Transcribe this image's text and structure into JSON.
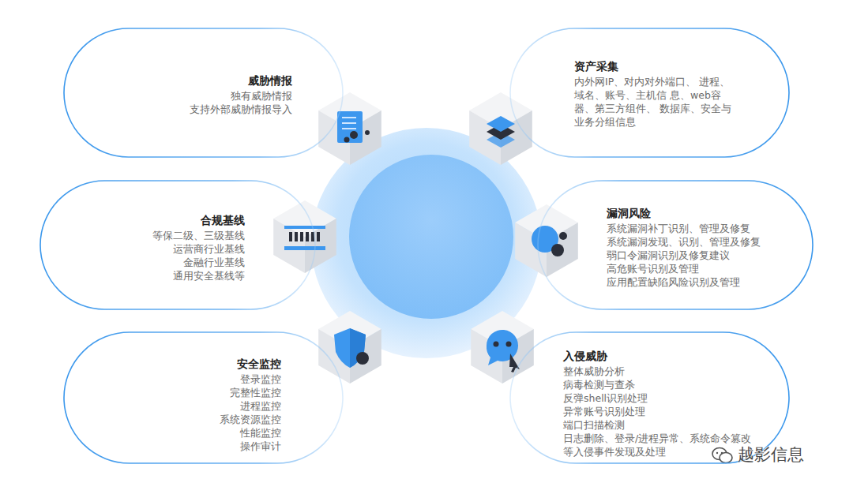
{
  "diagram": {
    "nodes": [
      {
        "text": [
          "威胁情报",
          "独有威胁情报",
          "支持外部威胁情报导入"
        ]
      },
      {
        "text": [
          "资产采集",
          "内外网IP、对内对外端口、 进程、域名、账号、主机信 息、web容器、第三方组件、 数据库、安全与业务分组信息"
        ]
      },
      {
        "text": [
          "合规基线",
          "等保二级、三级基线",
          "运营商行业基线",
          "金融行业基线",
          "通用安全基线等"
        ]
      },
      {
        "text": [
          "漏洞风险",
          "系统漏洞补丁识别、管理及修复",
          "系统漏洞发现、识别、管理及修复",
          "弱口令漏洞识别及修复建议",
          "高危账号识别及管理",
          "应用配置缺陷风险识别及管理"
        ]
      },
      {
        "text": [
          "安全监控",
          "登录监控",
          "完整性监控",
          "进程监控",
          "系统资源监控",
          "性能监控",
          "操作审计"
        ]
      },
      {
        "text": [
          "入侵威胁",
          "整体威胁分析",
          "病毒检测与查杀",
          "反弹shell识别处理",
          "异常账号识别处理",
          "端口扫描检测",
          "日志删除、登录/进程异常、系统命令篡改 等入侵事件发现及处理"
        ]
      }
    ],
    "labels": [
      "越影信息"
    ]
  }
}
